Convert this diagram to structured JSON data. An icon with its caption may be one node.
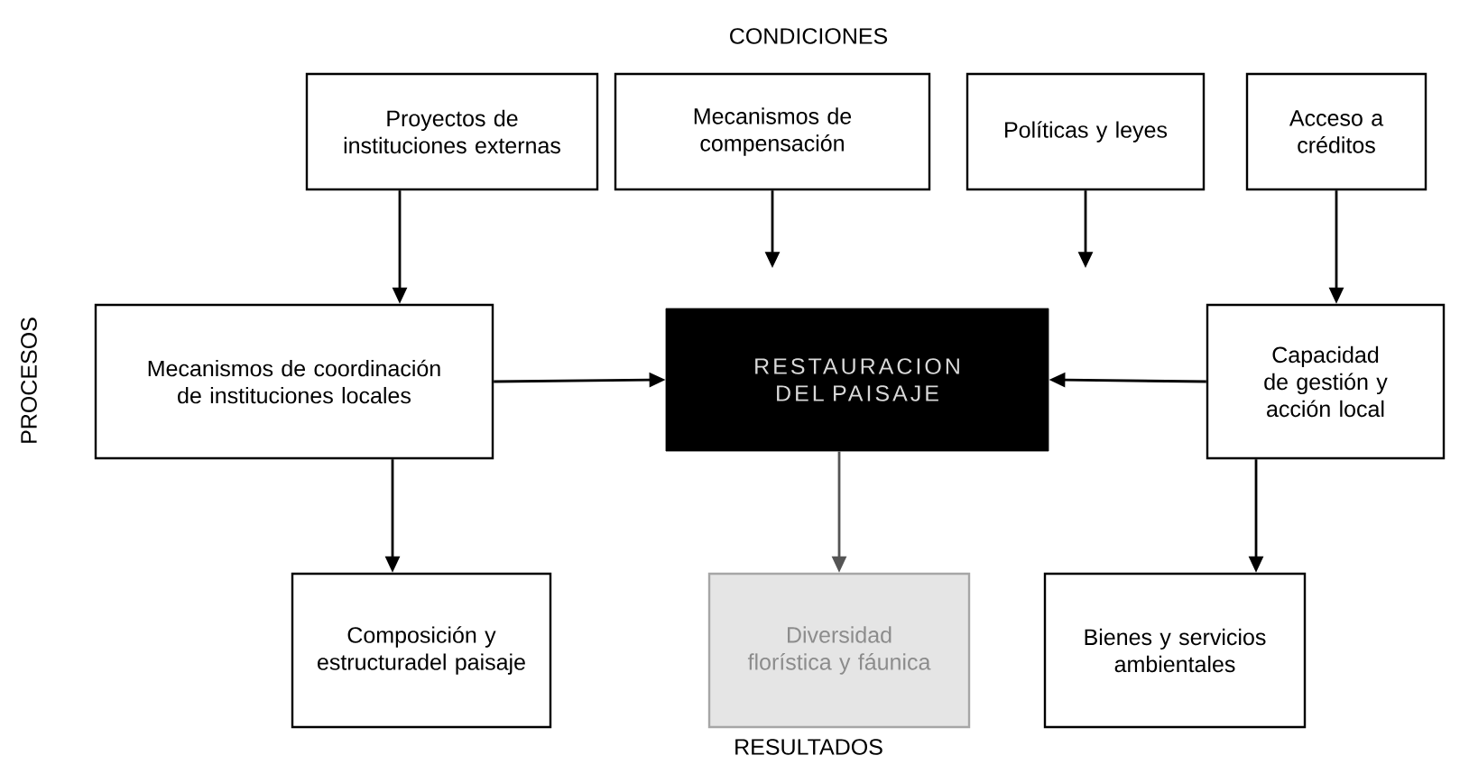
{
  "diagram": {
    "nodes": [
      {
        "text": [
          "Proyectos de instituciones externas"
        ]
      },
      {
        "text": [
          "Mecanismos de compensación"
        ]
      },
      {
        "text": [
          "Políticas y leyes"
        ]
      },
      {
        "text": [
          "Acceso a créditos"
        ]
      },
      {
        "text": [
          "Mecanismos de coordinación de instituciones locales"
        ]
      },
      {
        "text": [
          "RESTAURACION DEL PAISAJE"
        ]
      },
      {
        "text": [
          "Capacidad de gestión y acción local"
        ]
      },
      {
        "text": [
          "Composición y estructuradel paisaje"
        ]
      },
      {
        "text": [
          "Diversidad florística y fáunica"
        ]
      },
      {
        "text": [
          "Bienes y servicios ambientales"
        ]
      }
    ],
    "edges": [
      {
        "from": 0,
        "to": 4,
        "arrow": "to"
      },
      {
        "from": 1,
        "to": null,
        "arrow": "to"
      },
      {
        "from": 2,
        "to": null,
        "arrow": "to"
      },
      {
        "from": 3,
        "to": 6,
        "arrow": "to"
      },
      {
        "from": 4,
        "to": 5,
        "arrow": "to"
      },
      {
        "from": 6,
        "to": 5,
        "arrow": "to"
      },
      {
        "from": 4,
        "to": 7,
        "arrow": "to"
      },
      {
        "from": 5,
        "to": 8,
        "arrow": "to",
        "color": "#555555"
      },
      {
        "from": 6,
        "to": 9,
        "arrow": "to"
      }
    ],
    "labels": [
      "CONDICIONES",
      "PROCESOS",
      "RESULTADOS"
    ]
  }
}
